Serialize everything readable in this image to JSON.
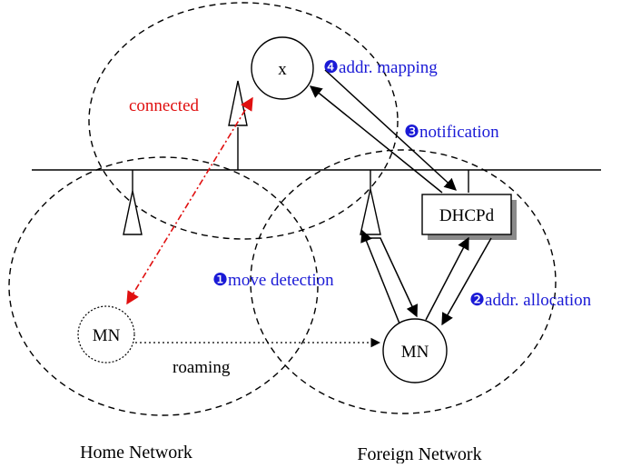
{
  "nodes": {
    "correspondent": "x",
    "server": "DHCPd",
    "mobile_home": "MN",
    "mobile_foreign": "MN"
  },
  "labels": {
    "connected": "connected",
    "roaming": "roaming",
    "home_network": "Home Network",
    "foreign_network": "Foreign Network"
  },
  "steps": [
    {
      "number": "❶",
      "text": "move detection"
    },
    {
      "number": "❷",
      "text": "addr. allocation"
    },
    {
      "number": "❸",
      "text": "notification"
    },
    {
      "number": "❹",
      "text": "addr. mapping"
    }
  ],
  "colors": {
    "step_text": "#1a1ad6",
    "connected": "#e01010",
    "line": "#000000",
    "shadow": "#8a8a8a"
  }
}
